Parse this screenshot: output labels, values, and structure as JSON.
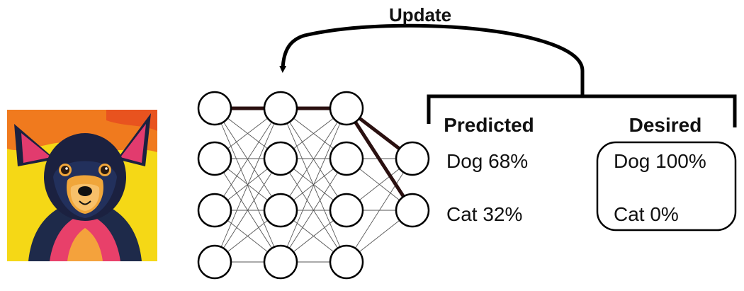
{
  "update_label": "Update",
  "predicted": {
    "heading": "Predicted",
    "dog": "Dog 68%",
    "cat": "Cat 32%"
  },
  "desired": {
    "heading": "Desired",
    "dog": "Dog 100%",
    "cat": "Cat 0%"
  },
  "network": {
    "layers": [
      4,
      4,
      4,
      2
    ],
    "highlighted_path": [
      [
        0,
        0
      ],
      [
        1,
        0
      ],
      [
        2,
        0
      ],
      [
        3,
        0
      ],
      [
        3,
        1
      ]
    ]
  },
  "colors": {
    "ink": "#000000",
    "bold_edge": "#2a1010",
    "thin_edge": "#555555",
    "image_background": "#f5d816",
    "image_top": "#f07a1e"
  },
  "image_icon": "dog-portrait-icon"
}
